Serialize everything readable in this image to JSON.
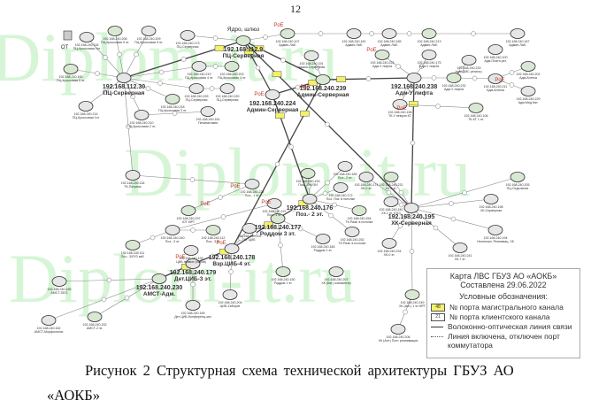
{
  "page_number": "12",
  "watermark": "Diplom-it.ru",
  "diagram": {
    "core_label": "Ядро, шлюз",
    "poe_label": "PoE",
    "ot_label": "ОТ",
    "nodes": [
      {
        "ip": "192.168.112.9",
        "name": "ПЦ-Серверная",
        "main": true
      },
      {
        "ip": "192.168.112.30",
        "name": "ПЦ-Серверная",
        "main": true
      },
      {
        "ip": "192.168.240.224",
        "name": "Админ-Серверная",
        "main": true
      },
      {
        "ip": "192.168.240.239",
        "name": "Админ-Серверная",
        "main": true
      },
      {
        "ip": "192.168.240.238",
        "name": "Адм-У лифта",
        "main": true
      },
      {
        "ip": "192.168.240.176",
        "name": "Поз.- 2 эт.",
        "main": true
      },
      {
        "ip": "192.168.240.177",
        "name": "Роддом 3 эт.",
        "main": true
      },
      {
        "ip": "192.168.240.178",
        "name": "Взр.ЦИБ-4 эт.",
        "main": true
      },
      {
        "ip": "192.168.240.179",
        "name": "Дет.ЦИБ-3 эт.",
        "main": true
      },
      {
        "ip": "192.168.240.230",
        "name": "АМСТ-Адм.",
        "main": true
      },
      {
        "ip": "192.168.240.195",
        "name": "ХК-Серверная",
        "main": true
      },
      {
        "ip": "192.168.240.118",
        "name": "ПЦ-Кроссовая 1эт"
      },
      {
        "ip": "192.168.240.208",
        "name": "ПЦ-Кроссовая 5 эт."
      },
      {
        "ip": "192.168.240.209",
        "name": "ПЦ-Кроссовая 5 эт."
      },
      {
        "ip": "192.168.240.173",
        "name": "ПЦ-Серверная"
      },
      {
        "ip": "192.168.240.160",
        "name": "ПЦ-Кроссовая 0 эт."
      },
      {
        "ip": "192.168.240.214",
        "name": "ПЦ-Кроссовая 1эт"
      },
      {
        "ip": "192.168.240.219",
        "name": "ПЦ-Кроссовая 4 эт."
      },
      {
        "ip": "192.168.240.203",
        "name": "ПЦ-Кроссовая 4 эт."
      },
      {
        "ip": "192.168.240.225",
        "name": "ПЦ-Серверная"
      },
      {
        "ip": "192.168.240.220",
        "name": "ПЦ-Серверная"
      },
      {
        "ip": "192.168.240.218",
        "name": "ПЦ-Кроссовая 3 эт."
      },
      {
        "ip": "192.168.240.210",
        "name": "ПЦ-Кроссовая 2 эт."
      },
      {
        "ip": "192.168.240.161",
        "name": "Патанатомия"
      },
      {
        "ip": "192.168.240.107",
        "name": "Админ-Лаб."
      },
      {
        "ip": "192.168.240.181",
        "name": "Админ-Лаб."
      },
      {
        "ip": "192.168.240.185",
        "name": "Админ-Лаб."
      },
      {
        "ip": "192.168.240.213",
        "name": "Админ-Лаб."
      },
      {
        "ip": "192.168.240.167",
        "name": "Админ-Лаб."
      },
      {
        "ip": "192.168.240.191",
        "name": "Админ-Серверная"
      },
      {
        "ip": "192.168.240.222",
        "name": "Адм-У лифта"
      },
      {
        "ip": "192.168.240.175",
        "name": "Адм-У лифта"
      },
      {
        "ip": "192.168.240.100",
        "name": "Адм-Платн.рег."
      },
      {
        "ip": "192.168.240.232",
        "name": "Адм-У лифта"
      },
      {
        "ip": "192.168.240.233",
        "name": "Адм-ДМС регистр."
      },
      {
        "ip": "192.168.240.211",
        "name": "Адм-Аптека"
      },
      {
        "ip": "192.168.240.202",
        "name": "Адм-Аптека"
      },
      {
        "ip": "192.168.240.229",
        "name": "Адм-Мед.Кат."
      },
      {
        "ip": "192.168.240.158",
        "name": "ТК-У невроп КТ"
      },
      {
        "ip": "192.168.240.106",
        "name": "ТК-КТ 1 эт."
      },
      {
        "ip": "192.168.240.118",
        "name": "ТК-Патрапь"
      },
      {
        "ip": "192.168.240.222",
        "name": "Поз.- 1 эт."
      },
      {
        "ip": "192.168.240.237",
        "name": "ЮТ МРТ"
      },
      {
        "ip": "192.168.240.197",
        "name": "Поз.- 1 эт."
      },
      {
        "ip": "192.168.240.240",
        "name": "Поз.- 3 эт."
      },
      {
        "ip": "192.168.240.112",
        "name": "Поз.- 3 эт."
      },
      {
        "ip": "192.168.240.102",
        "name": "КТ ЦИБ"
      },
      {
        "ip": "192.168.240.193",
        "name": "ЦИБ правое (боров)"
      },
      {
        "ip": "192.168.240.153",
        "name": "Поз.- 2/АУЗИ"
      },
      {
        "ip": "192.168.240.189",
        "name": "Поз.- 2 эт."
      },
      {
        "ip": "192.168.240.172",
        "name": "Поз. Поз. в потолке"
      },
      {
        "ip": "192.168.240.254",
        "name": "ТК.Разв. в потолке"
      },
      {
        "ip": "192.168.240.252",
        "name": "ТК.Разв. в потолке"
      },
      {
        "ip": "192.168.240.180",
        "name": "Роддом 2 эт."
      },
      {
        "ip": "192.168.240.150",
        "name": "Роддом 1 эт."
      },
      {
        "ip": "192.168.240.207",
        "name": "ХК (Кат.) компьютер"
      },
      {
        "ip": "192.168.240.174",
        "name": "ХК-0 эт."
      },
      {
        "ip": "192.168.240.231",
        "name": "ХК-2 эт."
      },
      {
        "ip": "192.168.240.240",
        "name": "ХК-1 эт. (ГЮ)"
      },
      {
        "ip": "192.168.240.234",
        "name": "ХК-0 эт."
      },
      {
        "ip": "192.168.240.249",
        "name": "ХК (Анг.) 1 эт МРТ"
      },
      {
        "ip": "192.168.240.241",
        "name": "ХК-7 эт."
      },
      {
        "ip": "192.168.240.206",
        "name": "ХК (Анг.) Пост реанимации"
      },
      {
        "ip": "192.168.240.111",
        "name": "Поз.- 3/ЛУЗ каб."
      },
      {
        "ip": "192.168.240.165",
        "name": "АМСТ-5571"
      },
      {
        "ip": "192.168.240.162",
        "name": "АМСТ-Морфология"
      },
      {
        "ip": "192.168.240.152",
        "name": "АМСТ-2 эт."
      },
      {
        "ip": "192.168.240.204",
        "name": "ЦИБ-Хиборат"
      },
      {
        "ip": "192.168.240.169",
        "name": "Дет ЦИБ-Конференц.зал"
      },
      {
        "ip": "192.168.240.205",
        "name": "ПЦ-Отделение"
      },
      {
        "ip": "192.168.240.198",
        "name": "ХК-Серверная"
      },
      {
        "ip": "192.168.240.194",
        "name": "Неотложн. Реанимац. ХК"
      }
    ]
  },
  "legend": {
    "title": "Карта ЛВС ГБУЗ АО «АОКБ»",
    "date": "Составлена 29.06.2022",
    "heading": "Условные обозначения:",
    "trunk_port_sample": "48",
    "trunk_port": "№ порта магистрального канала",
    "client_port_sample": "21",
    "client_port": "№ порта клиентского канала",
    "fiber": "Волоконно-оптическая линия связи",
    "disabled": "Линия включена, отключен порт коммутатора",
    "trunk_color": "#f4f06a",
    "switch_color": "#d9e8d2"
  },
  "caption": {
    "line1": "Рисунок 2 Структурная схема технической архитектуры ГБУЗ АО",
    "line2": "«АОКБ»"
  }
}
